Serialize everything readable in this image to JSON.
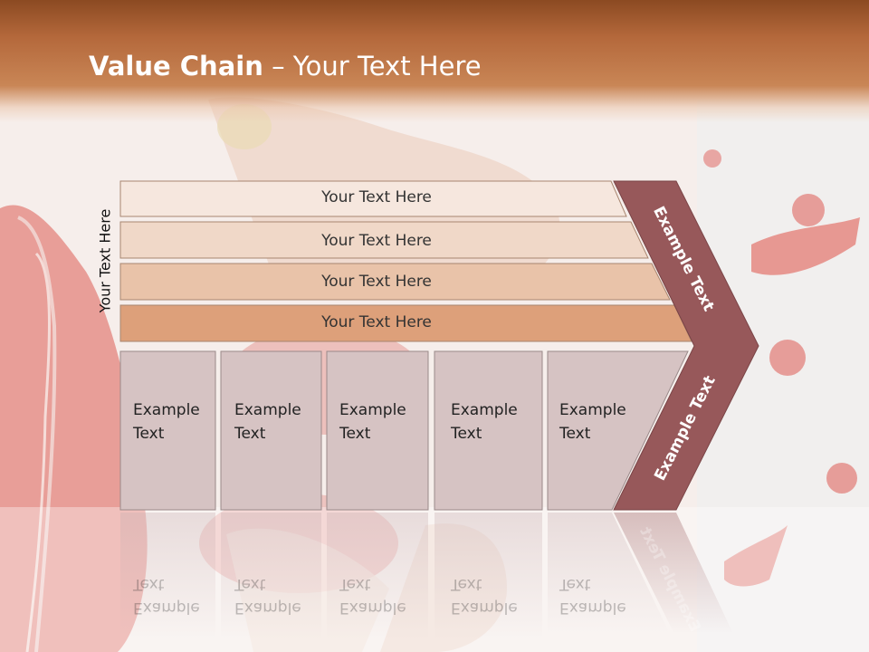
{
  "title": {
    "bold": "Value Chain",
    "rest": " – Your Text Here"
  },
  "side_label": "Your Text Here",
  "bars": [
    {
      "label": "Your Text Here",
      "color": "#f6e7de"
    },
    {
      "label": "Your Text Here",
      "color": "#f0d8c8"
    },
    {
      "label": "Your Text Here",
      "color": "#e9c3a9"
    },
    {
      "label": "Your Text Here",
      "color": "#dda07a"
    }
  ],
  "columns": [
    {
      "line1": "Example",
      "line2": "Text"
    },
    {
      "line1": "Example",
      "line2": "Text"
    },
    {
      "line1": "Example",
      "line2": "Text"
    },
    {
      "line1": "Example",
      "line2": "Text"
    },
    {
      "line1": "Example",
      "line2": "Text"
    }
  ],
  "arrow_upper": "Example Text",
  "arrow_lower": "Example Text",
  "colors": {
    "header": "#b4683b",
    "chevron": "#97585a",
    "column": "#d6c3c3",
    "outline": "#a88670"
  }
}
